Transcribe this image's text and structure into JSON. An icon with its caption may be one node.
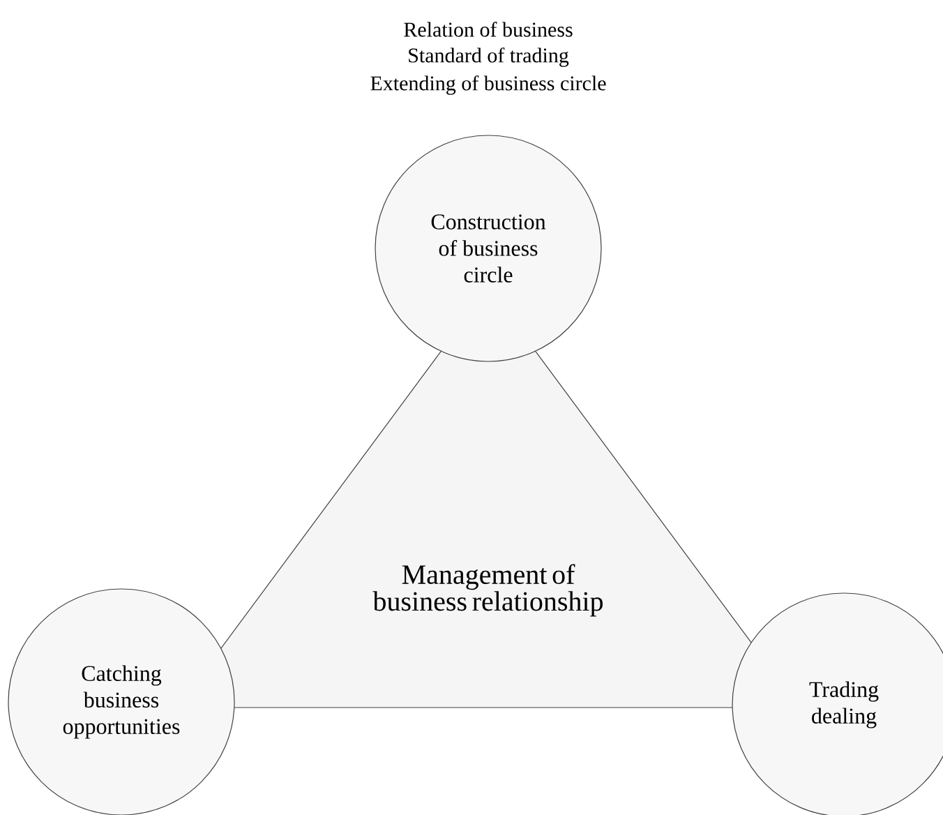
{
  "diagram": {
    "nodes": [
      {
        "text": [
          "Construction of business circle"
        ],
        "beside": [
          "Relation of business",
          "Standard of trading",
          "Extending of business circle"
        ]
      },
      {
        "text": [
          "Management of business relationship"
        ]
      },
      {
        "text": [
          "Catching business opportunities"
        ]
      },
      {
        "text": [
          "Trading dealing"
        ]
      }
    ]
  }
}
